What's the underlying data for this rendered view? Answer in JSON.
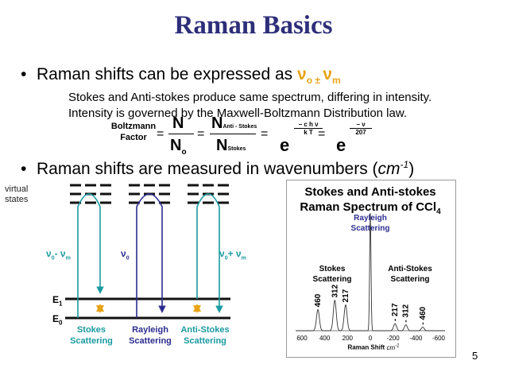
{
  "slide": {
    "title": "Raman Basics",
    "page_number": "5"
  },
  "bullet1": {
    "text": "Raman shifts can be expressed as ",
    "nu_expr": "ν",
    "nu_sub": "o ± ",
    "nu2": "ν",
    "nu2_sub": "m"
  },
  "body": {
    "line1": "Stokes and Anti-stokes produce same spectrum, differing in intensity.",
    "line2": "Intensity is governed by the Maxwell-Boltzmann Distribution law."
  },
  "equation": {
    "label_line1": "Boltzmann",
    "label_line2": "Factor",
    "eq": "=",
    "num1": "N",
    "den1": "N",
    "den1_sub": "o",
    "num2": "N",
    "num2_sub": "Anti - Stokes",
    "den2": "N",
    "den2_sub": "Stokes",
    "e1": "e",
    "exp1_num": "− c h ν",
    "exp1_den": "k T",
    "e2": "e",
    "exp2_num": "− ν",
    "exp2_den": "207"
  },
  "bullet2": {
    "text": "Raman shifts are measured in wavenumbers (",
    "unit": "cm",
    "unit_sup": "-1",
    "close": ")"
  },
  "diagram": {
    "virtual_states_line1": "virtual",
    "virtual_states_line2": "states",
    "e1": "E",
    "e1_sub": "1",
    "e0": "E",
    "e0_sub": "0",
    "stokes_freq": "ν",
    "stokes_freq_mid": "0",
    "stokes_freq_tail": "- ν",
    "stokes_freq_end": "m",
    "rayleigh_freq": "ν",
    "rayleigh_freq_sub": "0",
    "anti_freq": "ν",
    "anti_freq_mid": "0",
    "anti_freq_tail": "+ ν",
    "anti_freq_end": "m",
    "stokes_label_1": "Stokes",
    "stokes_label_2": "Scattering",
    "rayleigh_label_1": "Rayleigh",
    "rayleigh_label_2": "Scattering",
    "anti_label_1": "Anti-Stokes",
    "anti_label_2": "Scattering"
  },
  "spectrum": {
    "title_line1": "Stokes and Anti-stokes",
    "title_line2": "Raman Spectrum of CCl",
    "title_sub": "4",
    "rayleigh_1": "Rayleigh",
    "rayleigh_2": "Scattering",
    "stokes_1": "Stokes",
    "stokes_2": "Scattering",
    "anti_1": "Anti-Stokes",
    "anti_2": "Scattering",
    "xlabel": "Raman Shift ",
    "xunit": "cm",
    "xunit_sup": "-1"
  },
  "chart_data": {
    "type": "line",
    "title": "Stokes and Anti-stokes Raman Spectrum of CCl4",
    "xlabel": "Raman Shift cm-1",
    "ylabel": "",
    "xlim": [
      600,
      -600
    ],
    "x_ticks": [
      "600",
      "400",
      "200",
      "0",
      "-200",
      "-400",
      "-600"
    ],
    "peaks": [
      {
        "shift": 460,
        "label": "460",
        "rel_intensity": 0.18
      },
      {
        "shift": 312,
        "label": "312",
        "rel_intensity": 0.26
      },
      {
        "shift": 217,
        "label": "217",
        "rel_intensity": 0.22
      },
      {
        "shift": 0,
        "label": "",
        "rel_intensity": 1.0
      },
      {
        "shift": -217,
        "label": "- 217",
        "rel_intensity": 0.06
      },
      {
        "shift": -312,
        "label": "- 312",
        "rel_intensity": 0.05
      },
      {
        "shift": -460,
        "label": "- 460",
        "rel_intensity": 0.03
      }
    ]
  }
}
